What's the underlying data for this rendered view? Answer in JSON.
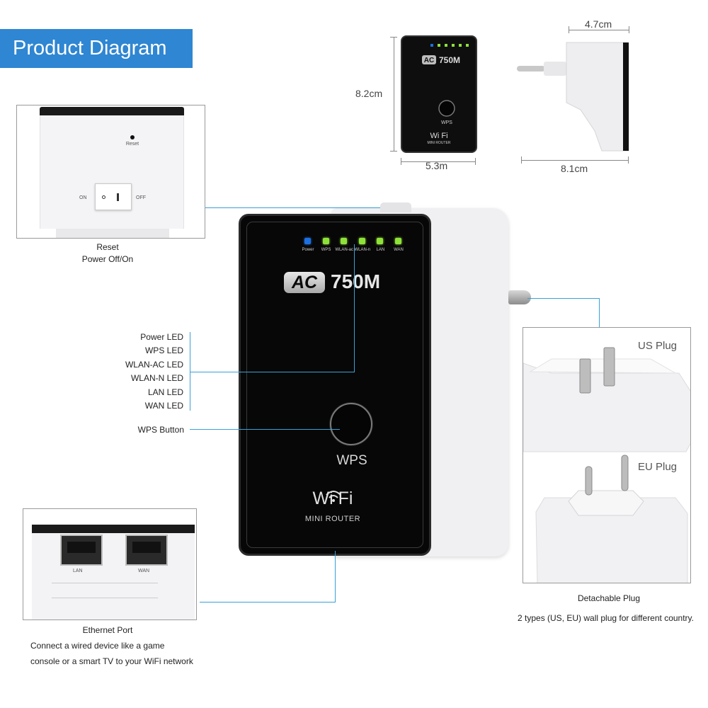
{
  "banner": {
    "title": "Product Diagram"
  },
  "dimensions": {
    "height": "8.2cm",
    "width": "5.3m",
    "depth": "4.7cm",
    "length": "8.1cm"
  },
  "top_inset": {
    "reset_label": "Reset",
    "on_label": "ON",
    "off_label": "OFF",
    "caption_line1": "Reset",
    "caption_line2": "Power Off/On"
  },
  "led_labels": [
    "Power LED",
    "WPS LED",
    "WLAN-AC LED",
    "WLAN-N LED",
    "LAN LED",
    "WAN LED"
  ],
  "wps_button_label": "WPS Button",
  "device": {
    "leds": [
      {
        "label": "Power",
        "color": "#1e6fe0"
      },
      {
        "label": "WPS",
        "color": "#8fe23a"
      },
      {
        "label": "WLAN-ac",
        "color": "#8fe23a"
      },
      {
        "label": "WLAN-n",
        "color": "#8fe23a"
      },
      {
        "label": "LAN",
        "color": "#8fe23a"
      },
      {
        "label": "WAN",
        "color": "#8fe23a"
      }
    ],
    "badge": "AC",
    "speed": "750M",
    "wps": "WPS",
    "wifi": "Wi Fi",
    "subtitle": "MINI ROUTER"
  },
  "plug_inset": {
    "us_label": "US Plug",
    "eu_label": "EU Plug",
    "caption": "Detachable Plug",
    "description": "2 types (US, EU) wall plug for different country."
  },
  "ethernet_inset": {
    "lan_label": "LAN",
    "wan_label": "WAN",
    "caption": "Ethernet Port",
    "description_line1": "Connect a wired device like a game",
    "description_line2": "console or a smart TV to your WiFi network"
  },
  "colors": {
    "accent": "#2f86d2",
    "callout_line": "#3aa0d8"
  }
}
